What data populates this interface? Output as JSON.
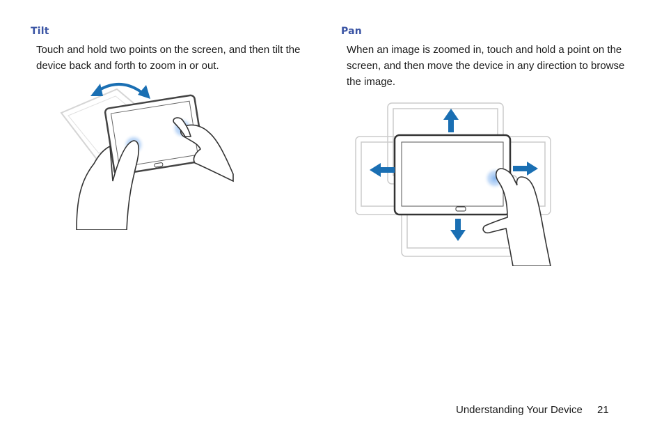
{
  "sections": [
    {
      "heading": "Tilt",
      "body_lines": [
        "Touch and hold two points on the screen, and then tilt the",
        "device back and forth to zoom in or out."
      ]
    },
    {
      "heading": "Pan",
      "body_lines": [
        "When an image is zoomed in, touch and hold a point on the",
        "screen, and then move the device in any direction to browse",
        "the image."
      ]
    }
  ],
  "footer": {
    "chapter": "Understanding Your Device",
    "page_number": "21"
  },
  "colors": {
    "heading": "#3a54a4",
    "arrow": "#1a6fb3",
    "touch_glow": "#7fb2ef"
  }
}
